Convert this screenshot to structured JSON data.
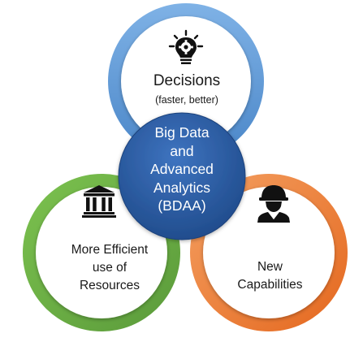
{
  "center": {
    "lines": [
      "Big Data",
      "and",
      "Advanced",
      "Analytics",
      "(BDAA)"
    ]
  },
  "top": {
    "title": "Decisions",
    "subtitle": "(faster, better)",
    "icon": "lightbulb-gear-icon"
  },
  "left": {
    "lines": [
      "More Efficient",
      "use of",
      "Resources"
    ],
    "icon": "bank-building-icon"
  },
  "right": {
    "lines": [
      "New",
      "Capabilities"
    ],
    "icon": "soldier-helmet-icon"
  },
  "colors": {
    "top_ring": "#5b9bd5",
    "left_ring": "#70ad47",
    "right_ring": "#ed7d31",
    "center": "#2e5ea6"
  }
}
